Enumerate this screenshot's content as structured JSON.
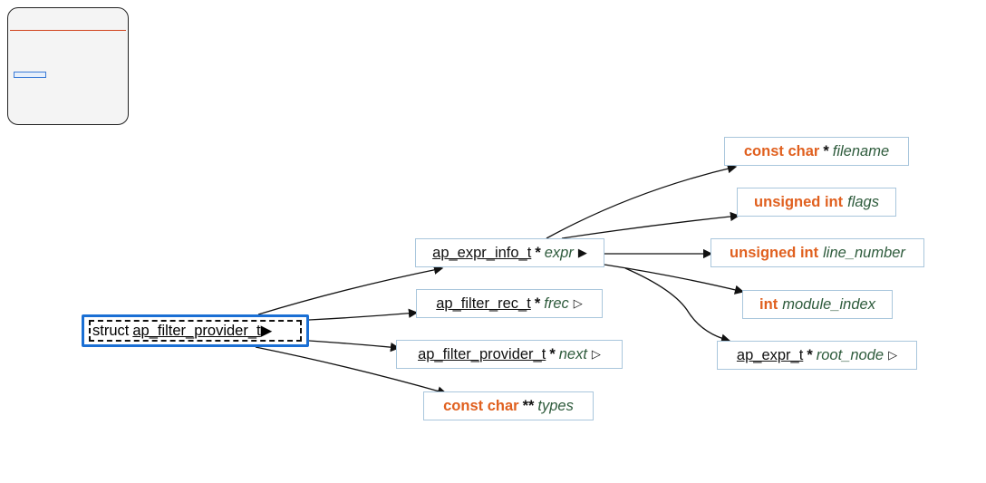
{
  "root": {
    "prefix": "struct",
    "type": "ap_filter_provider_t",
    "toggle": "▶"
  },
  "members": [
    {
      "type": "ap_expr_info_t",
      "ptr": "*",
      "name": "expr",
      "toggle": "▶"
    },
    {
      "type": "ap_filter_rec_t",
      "ptr": "*",
      "name": "frec",
      "toggle": "▷"
    },
    {
      "type": "ap_filter_provider_t",
      "ptr": "*",
      "name": "next",
      "toggle": "▷"
    },
    {
      "kw": "const char",
      "ptr": "**",
      "name": "types"
    }
  ],
  "expr_members": [
    {
      "kw": "const char",
      "ptr": "*",
      "name": "filename"
    },
    {
      "kw": "unsigned int",
      "name": "flags"
    },
    {
      "kw": "unsigned int",
      "name": "line_number"
    },
    {
      "kw": "int",
      "name": "module_index"
    },
    {
      "type": "ap_expr_t",
      "ptr": "*",
      "name": "root_node",
      "toggle": "▷"
    }
  ],
  "colors": {
    "keyword": "#e0601f",
    "name": "#2e5b3c",
    "node_border": "#a9c6dc",
    "root_border": "#1a6fd4"
  }
}
